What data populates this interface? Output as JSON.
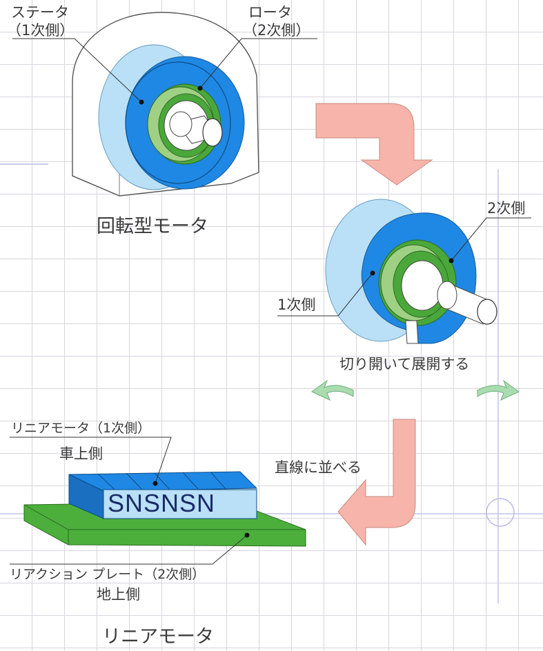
{
  "rotary": {
    "stator_label": "ステータ",
    "stator_sub": "（1次側）",
    "rotor_label": "ロータ",
    "rotor_sub": "（2次側）",
    "title": "回転型モータ"
  },
  "cutaway": {
    "secondary_label": "2次側",
    "primary_label": "1次側",
    "caption": "切り開いて展開する"
  },
  "linear": {
    "arrange_caption": "直線に並べる",
    "motor_label": "リニアモータ（1次側）",
    "car_side": "車上側",
    "poles": [
      "S",
      "N",
      "S",
      "N",
      "S",
      "N"
    ],
    "plate_label": "リアクション プレート（2次側）",
    "ground_side": "地上側",
    "title": "リニアモータ"
  },
  "colors": {
    "stator_light": "#b9e0f7",
    "stator_blue": "#1f88e4",
    "rotor_green": "#4aa83a",
    "rotor_light_green": "#9fd084",
    "arrow_pink": "#f6b4aa",
    "plate_green": "#4caf3c"
  }
}
